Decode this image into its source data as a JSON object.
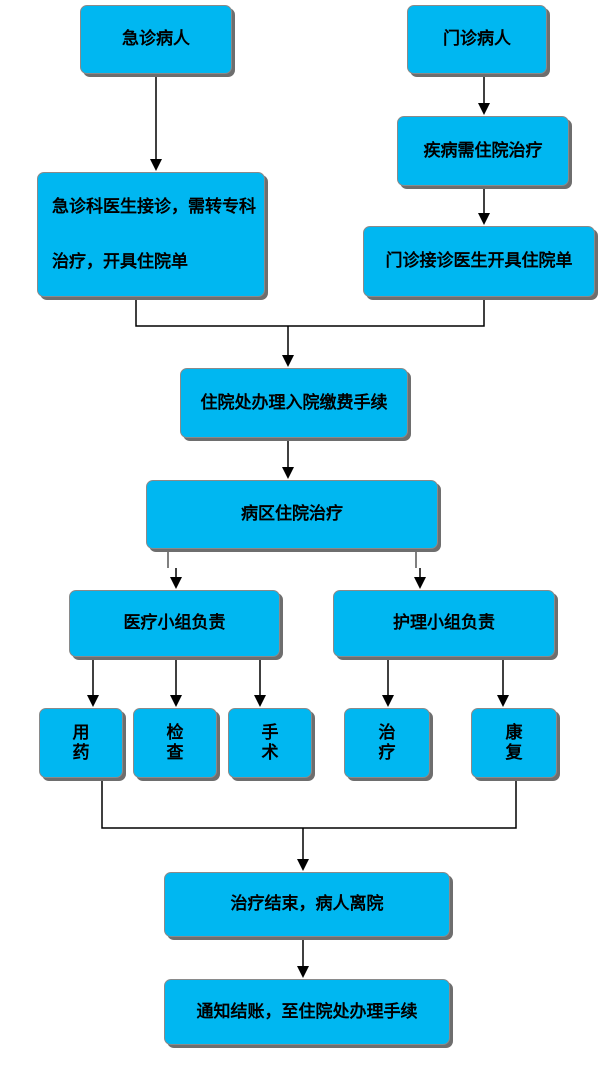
{
  "nodes": {
    "emergency_patient": "急诊病人",
    "outpatient": "门诊病人",
    "disease_needs_admission": "疾病需住院治疗",
    "emergency_doctor_line1": "急诊科医生接诊，需转专科",
    "emergency_doctor_line2": "治疗，开具住院单",
    "outpatient_doctor": "门诊接诊医生开具住院单",
    "admission_procedures": "住院处办理入院缴费手续",
    "ward_treatment": "病区住院治疗",
    "medical_team": "医疗小组负责",
    "nursing_team": "护理小组负责",
    "medication": "用药",
    "examination": "检查",
    "surgery": "手术",
    "treatment": "治疗",
    "rehabilitation": "康复",
    "treatment_finished": "治疗结束，病人离院",
    "checkout": "通知结账，至住院处办理手续"
  },
  "colors": {
    "box_fill": "#00b7f1",
    "box_border": "#8a8a8a",
    "box_shadow": "#6e6e6e",
    "connector": "#000000"
  }
}
